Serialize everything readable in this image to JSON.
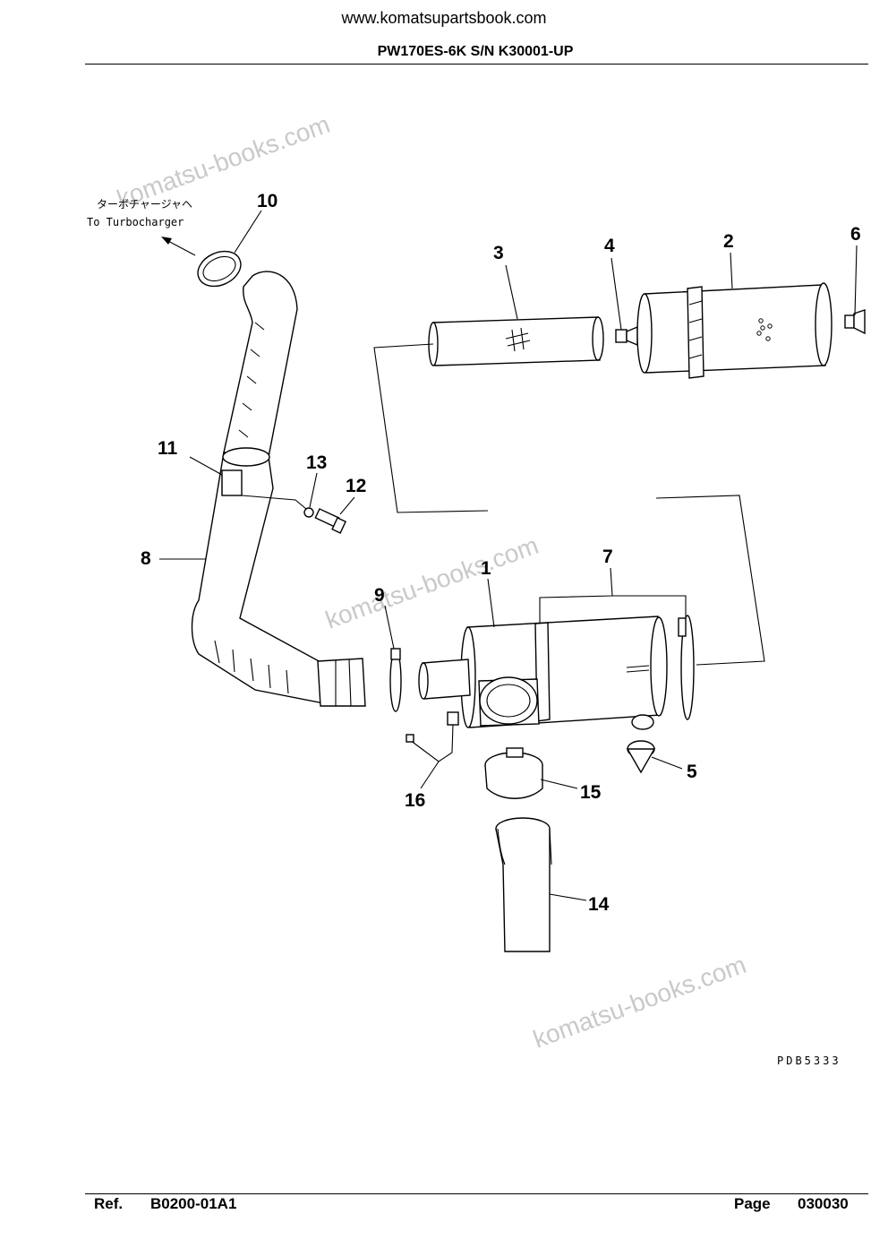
{
  "header": {
    "site_url": "www.komatsupartsbook.com",
    "model_title": "PW170ES-6K S/N K30001-UP"
  },
  "diagram": {
    "jp_annotation": "ターボチャージャヘ",
    "en_annotation": "To Turbocharger",
    "drawing_code": "PDB5333",
    "watermark": "komatsu-books.com",
    "callouts": [
      "1",
      "2",
      "3",
      "4",
      "5",
      "6",
      "7",
      "8",
      "9",
      "10",
      "11",
      "12",
      "13",
      "14",
      "15",
      "16"
    ]
  },
  "footer": {
    "ref_label": "Ref.",
    "ref_value": "B0200-01A1",
    "page_label": "Page",
    "page_value": "030030"
  }
}
